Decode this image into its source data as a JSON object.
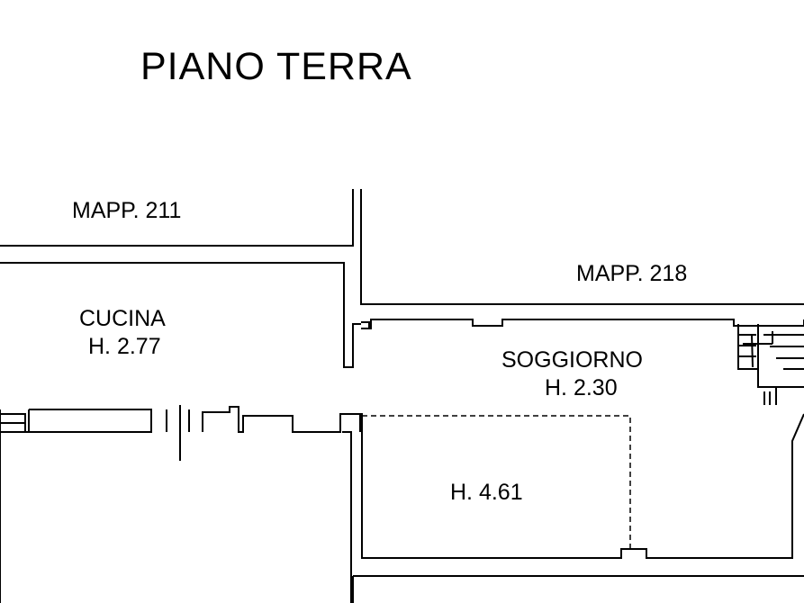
{
  "plan": {
    "title": "PIANO TERRA",
    "parcels": {
      "left": "MAPP. 211",
      "right": "MAPP. 218"
    },
    "rooms": {
      "kitchen": {
        "name": "CUCINA",
        "height": "H. 2.77"
      },
      "living": {
        "name": "SOGGIORNO",
        "height": "H. 2.30"
      },
      "mezzanine": {
        "height": "H. 4.61"
      }
    },
    "colors": {
      "line": "#000000",
      "background": "#ffffff"
    }
  }
}
